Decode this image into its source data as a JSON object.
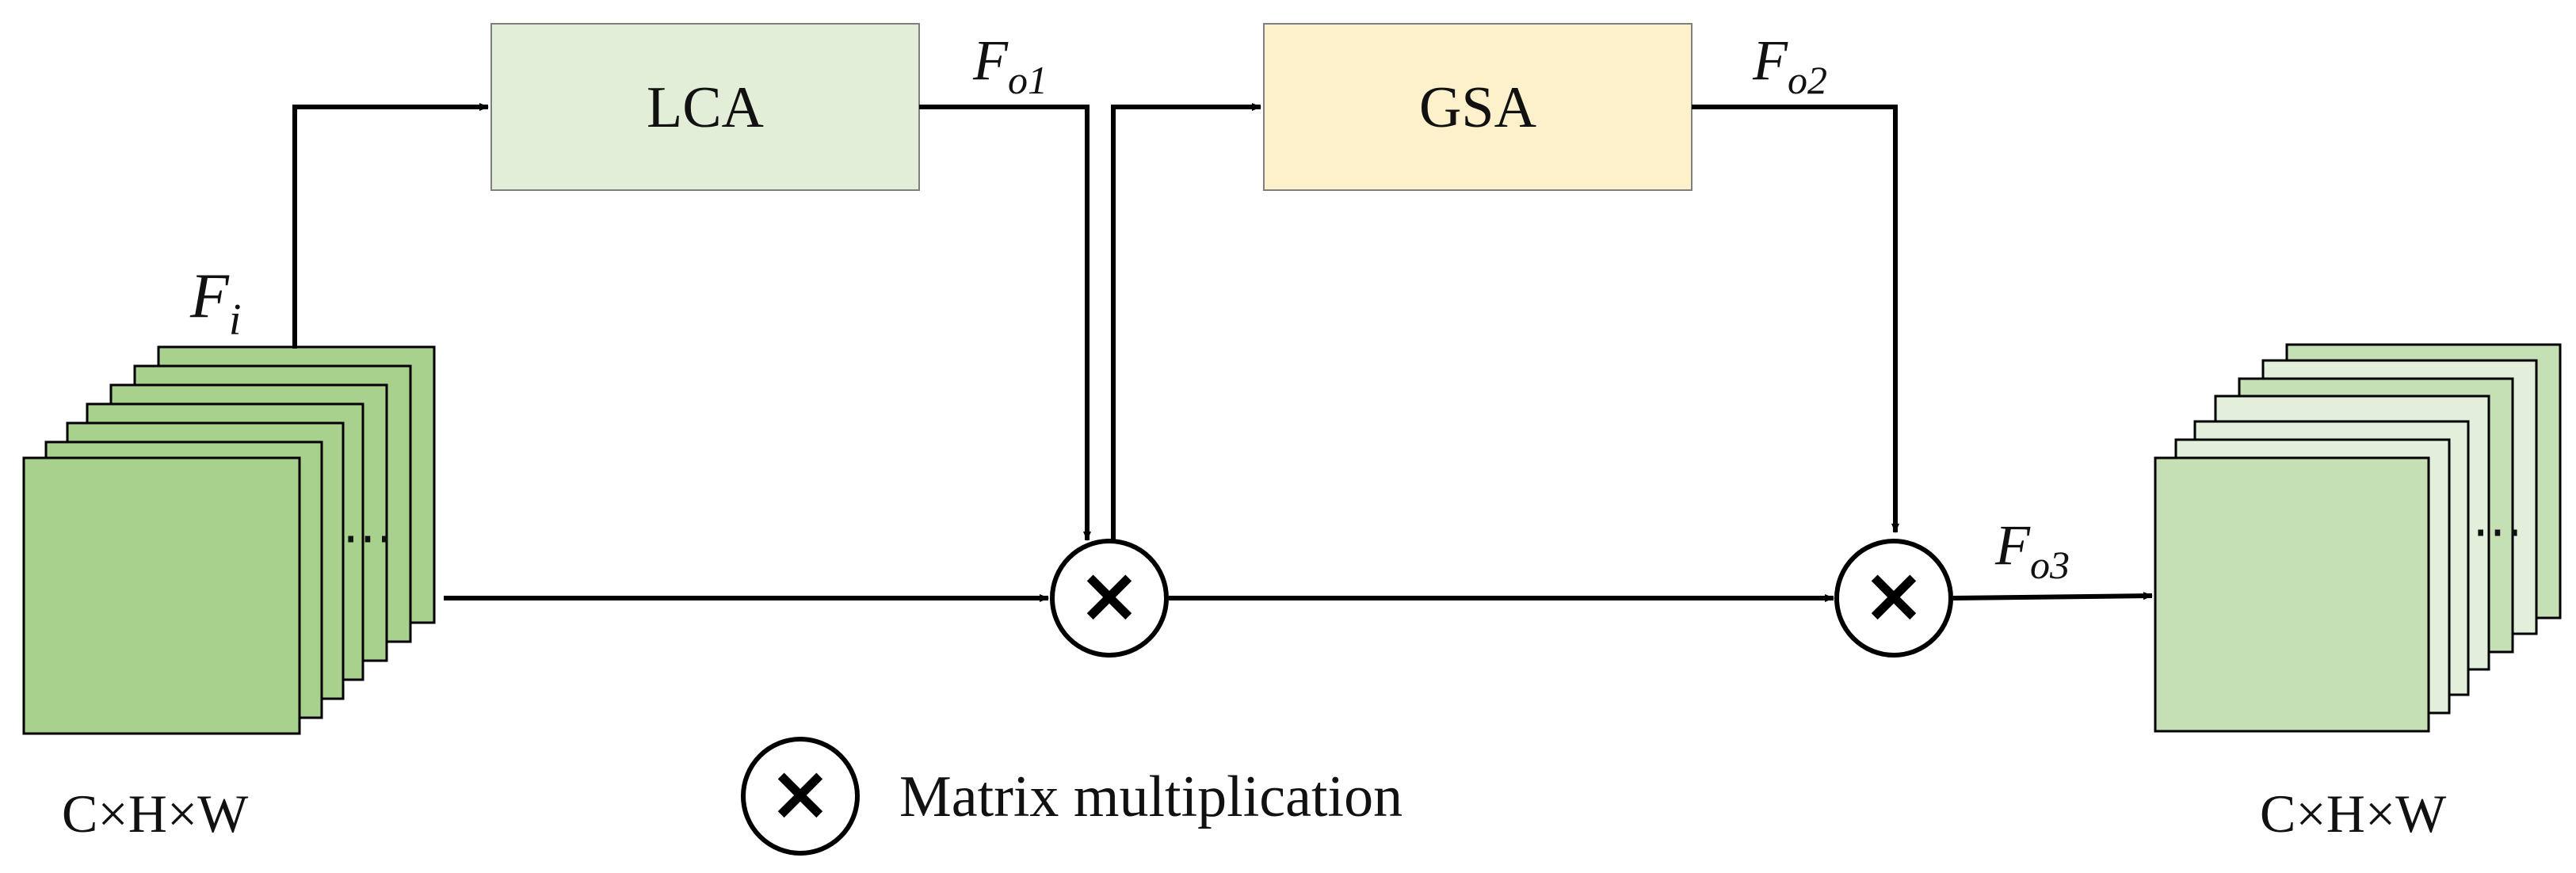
{
  "blocks": {
    "lca": {
      "label": "LCA",
      "fill": "#e3eed8"
    },
    "gsa": {
      "label": "GSA",
      "fill": "#fdf1cc"
    }
  },
  "signals": {
    "input": {
      "symbol": "F",
      "sub": "i"
    },
    "out1": {
      "symbol": "F",
      "sub": "o1"
    },
    "out2": {
      "symbol": "F",
      "sub": "o2"
    },
    "out3": {
      "symbol": "F",
      "sub": "o3"
    }
  },
  "dims": {
    "input": "C×H×W",
    "output": "C×H×W"
  },
  "ellipsis": "⋯",
  "legend": {
    "symbol": "×",
    "text": "Matrix multiplication"
  },
  "colors": {
    "input_stack": "#a9d18e",
    "output_front": "#c5e0b4",
    "output_light": "#e2efda",
    "line": "#000000"
  }
}
